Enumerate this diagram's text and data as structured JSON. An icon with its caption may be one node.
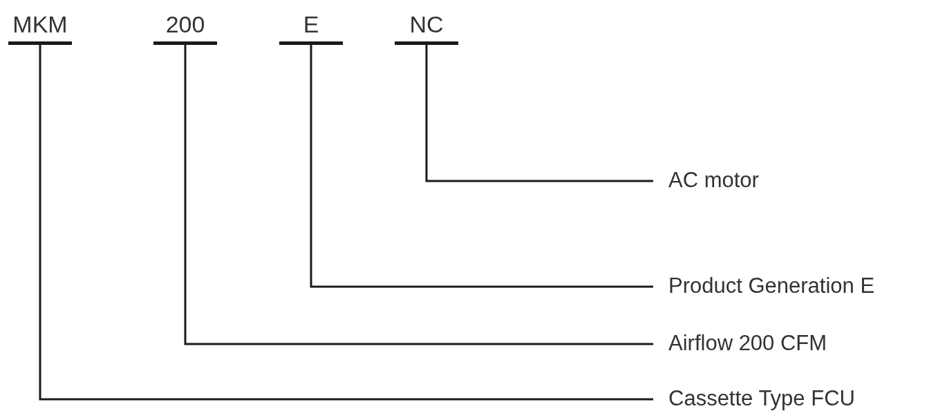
{
  "diagram": {
    "nodes": [
      {
        "text": [
          "MKM"
        ]
      },
      {
        "text": [
          "200"
        ]
      },
      {
        "text": [
          "E"
        ]
      },
      {
        "text": [
          "NC"
        ]
      },
      {
        "text": [
          "AC motor"
        ]
      },
      {
        "text": [
          "Product Generation E"
        ]
      },
      {
        "text": [
          "Airflow 200 CFM"
        ]
      },
      {
        "text": [
          "Cassette Type FCU"
        ]
      }
    ],
    "edges": [
      {
        "from": 3,
        "to": 4,
        "arrow": "none"
      },
      {
        "from": 2,
        "to": 5,
        "arrow": "none"
      },
      {
        "from": 1,
        "to": 6,
        "arrow": "none"
      },
      {
        "from": 0,
        "to": 7,
        "arrow": "none"
      }
    ]
  }
}
